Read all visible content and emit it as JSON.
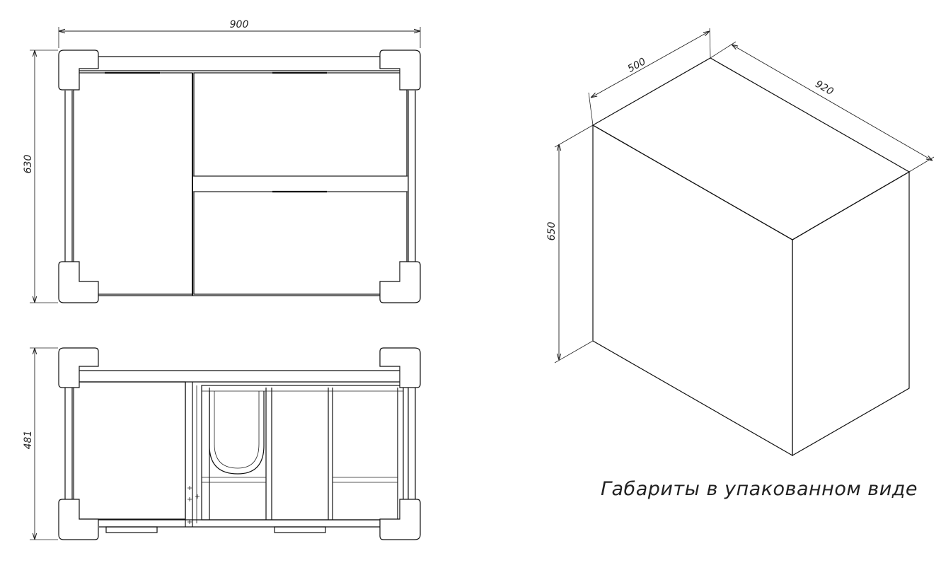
{
  "dimensions": {
    "top_width": "900",
    "top_depth": "630",
    "front_height": "481",
    "box_depth": "500",
    "box_width": "920",
    "box_height": "650"
  },
  "caption": "Габариты в упакованном виде",
  "colors": {
    "line": "#111111",
    "background": "#ffffff"
  }
}
